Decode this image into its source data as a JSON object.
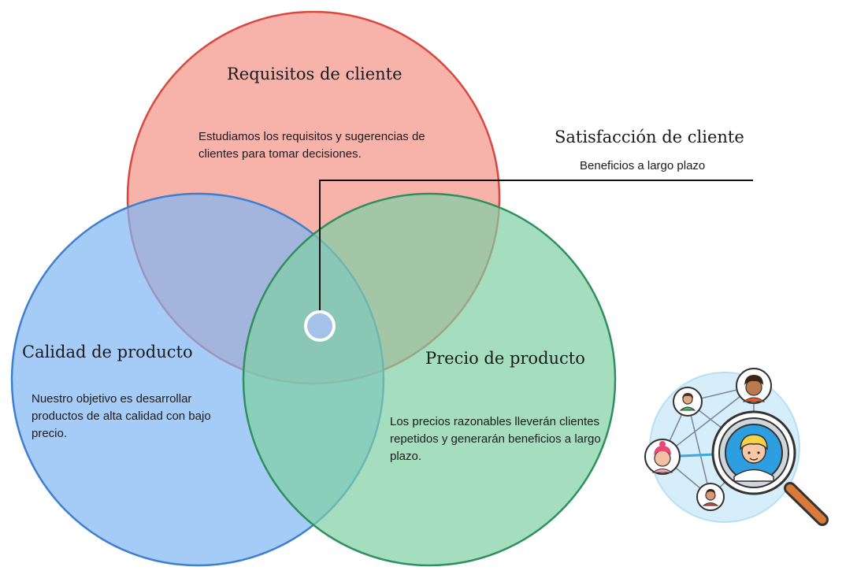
{
  "circles": {
    "requisitos": {
      "title": "Requisitos de cliente",
      "description": "Estudiamos los requisitos y sugerencias de clientes para tomar decisiones.",
      "fill": "#f4998e",
      "stroke": "#d9473f"
    },
    "calidad": {
      "title": "Calidad de producto",
      "description": "Nuestro objetivo es desarrollar productos de alta calidad con bajo precio.",
      "fill": "#7fb6f2",
      "stroke": "#3f7fd0"
    },
    "precio": {
      "title": "Precio de producto",
      "description": "Los precios razonables lleverán clientes repetidos y generarán beneficios a largo plazo.",
      "fill": "#7fcfa4",
      "stroke": "#2f8f5f"
    }
  },
  "center": {
    "title": "Satisfacción de cliente",
    "description": "Beneficios a largo plazo",
    "marker_color": "#a4c2e8"
  },
  "icons": {
    "network": "customer-network-magnifier-icon"
  }
}
